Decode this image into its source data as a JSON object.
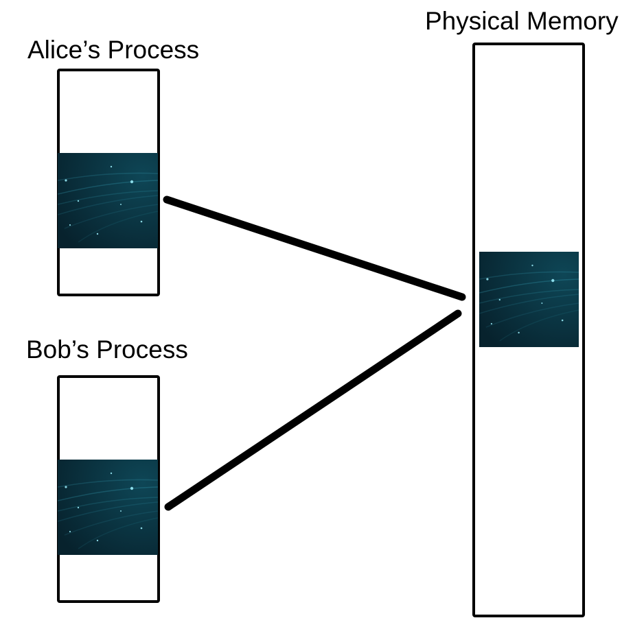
{
  "labels": {
    "alice": "Alice’s Process",
    "bob": "Bob’s Process",
    "physical": "Physical Memory"
  },
  "colors": {
    "page_dark": "#07222d",
    "page_mid": "#0e4656",
    "page_light": "#3fb6cf",
    "outline": "#000000"
  }
}
